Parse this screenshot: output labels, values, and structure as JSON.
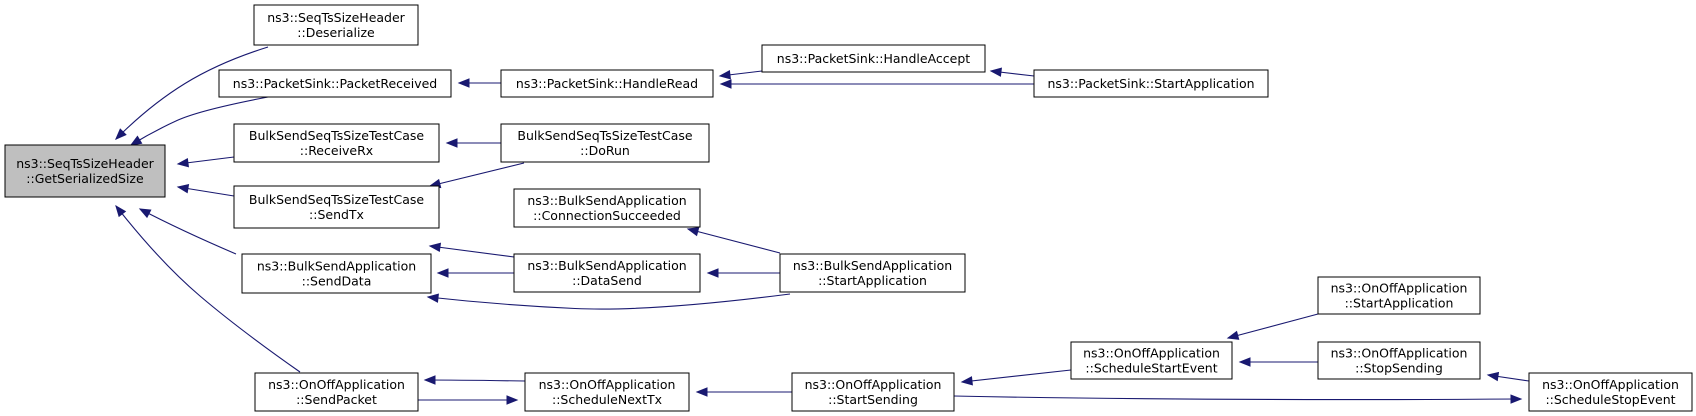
{
  "nodes": [
    {
      "id": "root",
      "lines": [
        "ns3::SeqTsSizeHeader",
        "::GetSerializedSize"
      ],
      "root": true
    },
    {
      "id": "deserialize",
      "lines": [
        "ns3::SeqTsSizeHeader",
        "::Deserialize"
      ]
    },
    {
      "id": "packet-received",
      "lines": [
        "ns3::PacketSink::PacketReceived"
      ]
    },
    {
      "id": "receive-rx",
      "lines": [
        "BulkSendSeqTsSizeTestCase",
        "::ReceiveRx"
      ]
    },
    {
      "id": "send-tx",
      "lines": [
        "BulkSendSeqTsSizeTestCase",
        "::SendTx"
      ]
    },
    {
      "id": "bulk-send-data",
      "lines": [
        "ns3::BulkSendApplication",
        "::SendData"
      ]
    },
    {
      "id": "onoff-send-packet",
      "lines": [
        "ns3::OnOffApplication",
        "::SendPacket"
      ]
    },
    {
      "id": "handle-read",
      "lines": [
        "ns3::PacketSink::HandleRead"
      ]
    },
    {
      "id": "do-run",
      "lines": [
        "BulkSendSeqTsSizeTestCase",
        "::DoRun"
      ]
    },
    {
      "id": "connection-succeeded",
      "lines": [
        "ns3::BulkSendApplication",
        "::ConnectionSucceeded"
      ]
    },
    {
      "id": "data-send",
      "lines": [
        "ns3::BulkSendApplication",
        "::DataSend"
      ]
    },
    {
      "id": "schedule-next-tx",
      "lines": [
        "ns3::OnOffApplication",
        "::ScheduleNextTx"
      ]
    },
    {
      "id": "handle-accept",
      "lines": [
        "ns3::PacketSink::HandleAccept"
      ]
    },
    {
      "id": "sink-start-app",
      "lines": [
        "ns3::PacketSink::StartApplication"
      ]
    },
    {
      "id": "bulk-start-app",
      "lines": [
        "ns3::BulkSendApplication",
        "::StartApplication"
      ]
    },
    {
      "id": "start-sending",
      "lines": [
        "ns3::OnOffApplication",
        "::StartSending"
      ]
    },
    {
      "id": "schedule-start-event",
      "lines": [
        "ns3::OnOffApplication",
        "::ScheduleStartEvent"
      ]
    },
    {
      "id": "onoff-start-app",
      "lines": [
        "ns3::OnOffApplication",
        "::StartApplication"
      ]
    },
    {
      "id": "stop-sending",
      "lines": [
        "ns3::OnOffApplication",
        "::StopSending"
      ]
    },
    {
      "id": "schedule-stop-event",
      "lines": [
        "ns3::OnOffApplication",
        "::ScheduleStopEvent"
      ]
    }
  ],
  "edges": [
    {
      "from": "deserialize",
      "to": "root"
    },
    {
      "from": "packet-received",
      "to": "root"
    },
    {
      "from": "receive-rx",
      "to": "root"
    },
    {
      "from": "send-tx",
      "to": "root"
    },
    {
      "from": "bulk-send-data",
      "to": "root"
    },
    {
      "from": "onoff-send-packet",
      "to": "root"
    },
    {
      "from": "handle-read",
      "to": "packet-received"
    },
    {
      "from": "handle-accept",
      "to": "handle-read"
    },
    {
      "from": "sink-start-app",
      "to": "handle-read"
    },
    {
      "from": "sink-start-app",
      "to": "handle-accept"
    },
    {
      "from": "do-run",
      "to": "receive-rx"
    },
    {
      "from": "do-run",
      "to": "send-tx"
    },
    {
      "from": "connection-succeeded",
      "to": "bulk-send-data"
    },
    {
      "from": "data-send",
      "to": "bulk-send-data"
    },
    {
      "from": "bulk-start-app",
      "to": "bulk-send-data"
    },
    {
      "from": "bulk-start-app",
      "to": "connection-succeeded"
    },
    {
      "from": "bulk-start-app",
      "to": "data-send"
    },
    {
      "from": "schedule-next-tx",
      "to": "onoff-send-packet"
    },
    {
      "from": "onoff-send-packet",
      "to": "schedule-next-tx"
    },
    {
      "from": "start-sending",
      "to": "schedule-next-tx"
    },
    {
      "from": "schedule-start-event",
      "to": "start-sending"
    },
    {
      "from": "onoff-start-app",
      "to": "schedule-start-event"
    },
    {
      "from": "stop-sending",
      "to": "schedule-start-event"
    },
    {
      "from": "schedule-stop-event",
      "to": "stop-sending"
    },
    {
      "from": "start-sending",
      "to": "schedule-stop-event"
    }
  ]
}
